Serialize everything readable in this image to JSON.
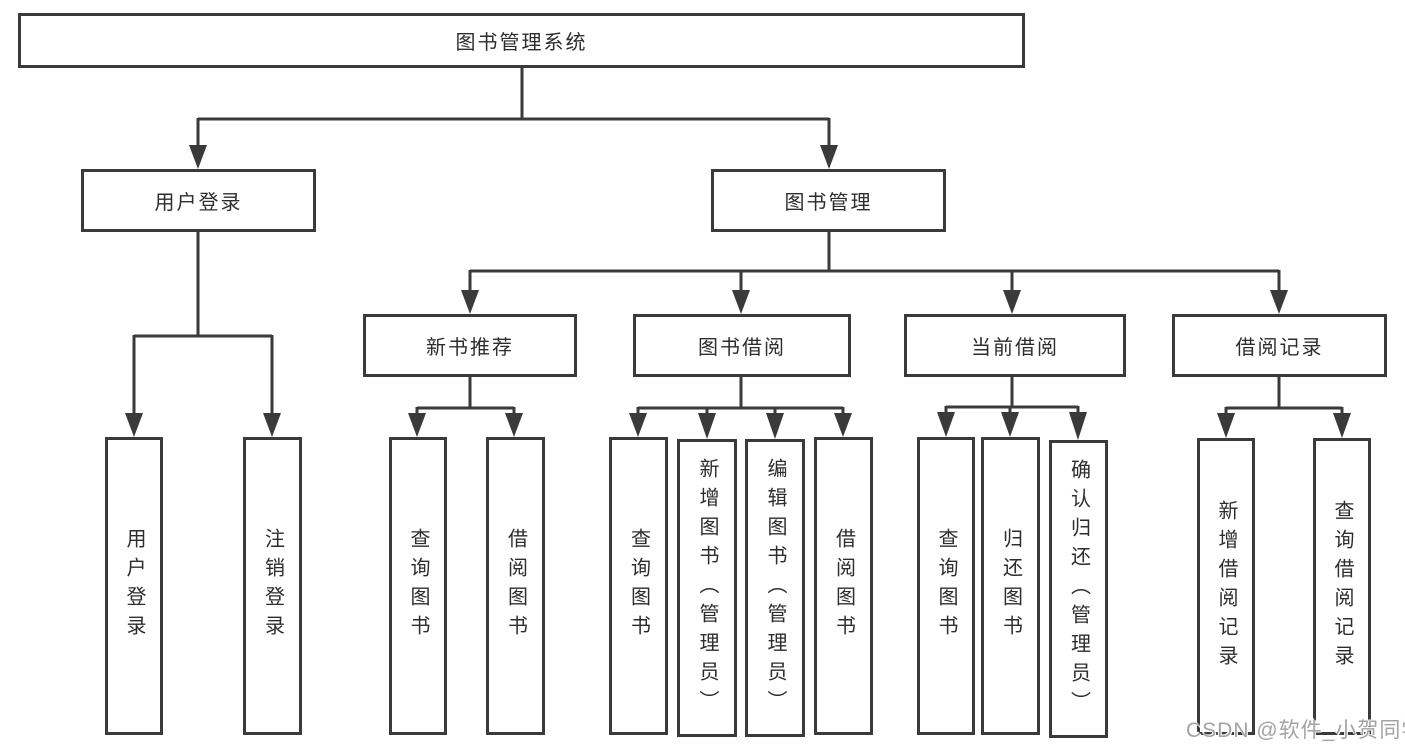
{
  "diagram": {
    "root": {
      "label": "图书管理系统"
    },
    "branches": [
      {
        "id": "user-login",
        "label": "用户登录",
        "children": [
          {
            "label": "用户登录"
          },
          {
            "label": "注销登录"
          }
        ]
      },
      {
        "id": "book-management",
        "label": "图书管理",
        "sub_branches": [
          {
            "id": "new-book-recommend",
            "label": "新书推荐",
            "children": [
              {
                "label": "查询图书"
              },
              {
                "label": "借阅图书"
              }
            ]
          },
          {
            "id": "book-borrowing",
            "label": "图书借阅",
            "children": [
              {
                "label": "查询图书"
              },
              {
                "label": "新增图书（管理员）"
              },
              {
                "label": "编辑图书（管理员）"
              },
              {
                "label": "借阅图书"
              }
            ]
          },
          {
            "id": "current-borrowing",
            "label": "当前借阅",
            "children": [
              {
                "label": "查询图书"
              },
              {
                "label": "归还图书"
              },
              {
                "label": "确认归还（管理员）"
              }
            ]
          },
          {
            "id": "borrowing-records",
            "label": "借阅记录",
            "children": [
              {
                "label": "新增借阅记录"
              },
              {
                "label": "查询借阅记录"
              }
            ]
          }
        ]
      }
    ]
  },
  "watermark": {
    "text": "CSDN @软件_小贺同学",
    "color": "#a3a3a3"
  },
  "colors": {
    "line": "#3a3a3a",
    "box_border": "#3a3a3a",
    "box_fill": "#ffffff",
    "text": "#2d2d2d",
    "background": "#ffffff"
  }
}
